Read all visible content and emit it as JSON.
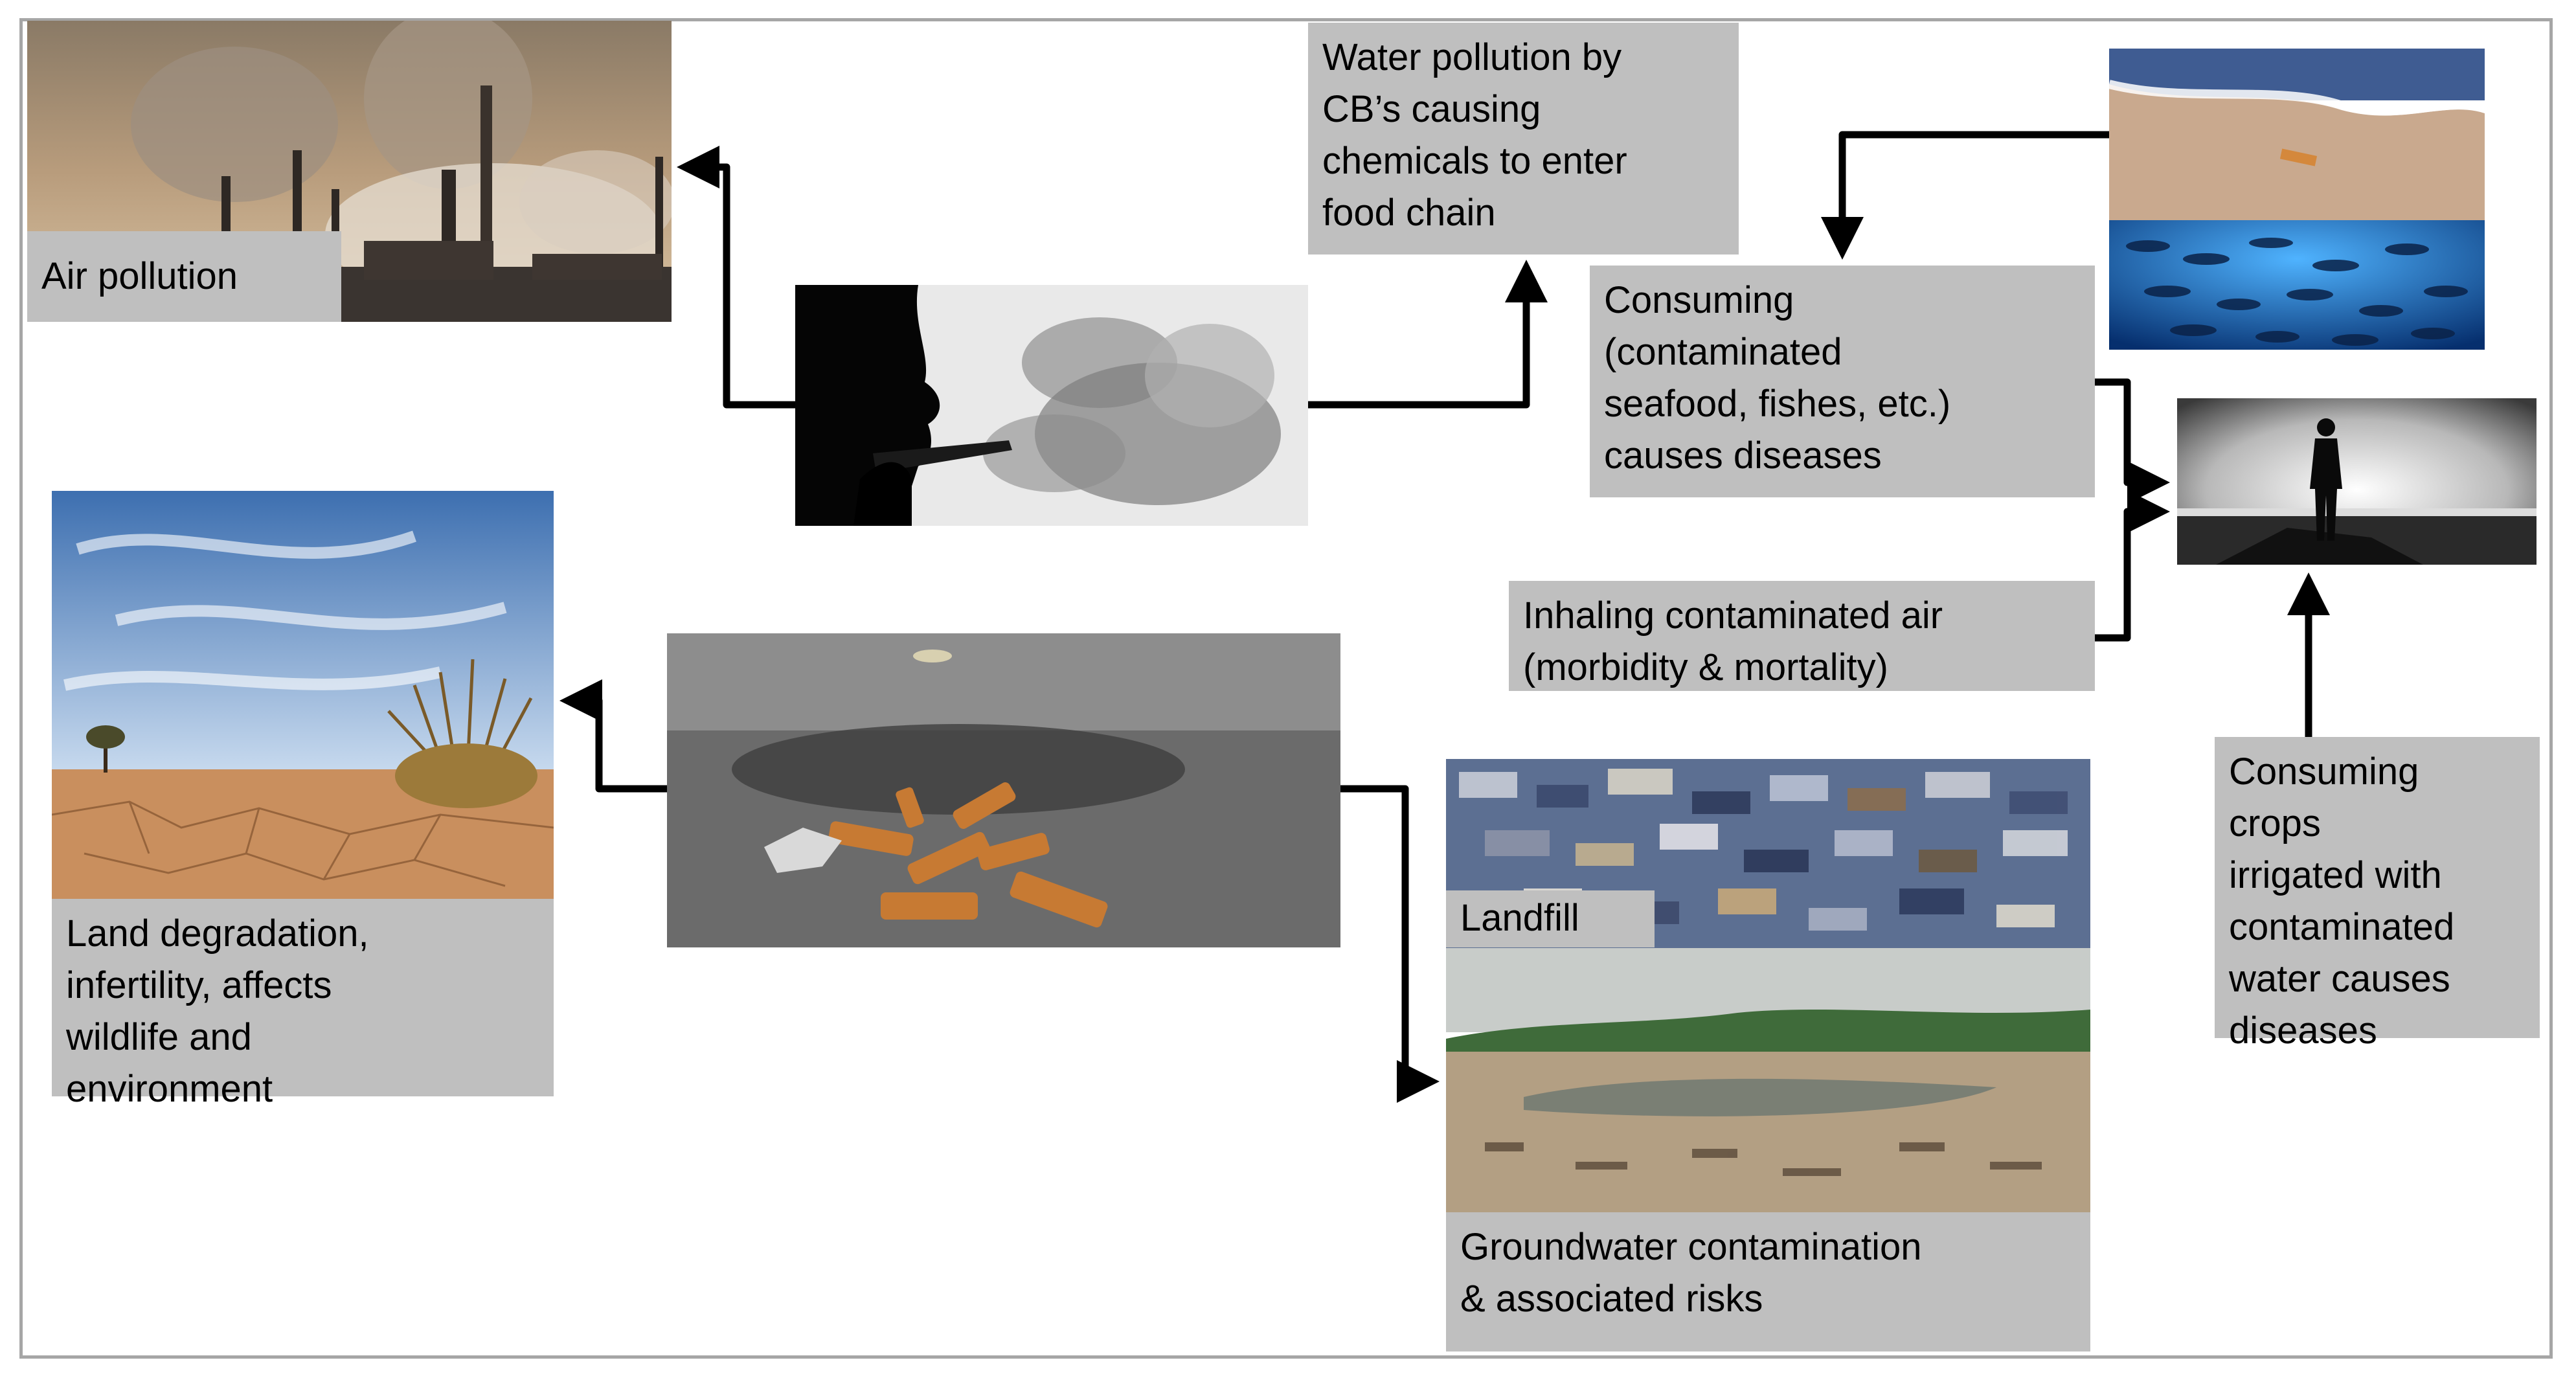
{
  "nodes": {
    "air_pollution": "Air pollution",
    "water_pollution": "Water pollution by\nCB’s causing\nchemicals to enter\nfood chain",
    "consuming_seafood": "Consuming\n(contaminated\nseafood, fishes, etc.)\ncauses diseases",
    "inhaling_air": "Inhaling contaminated air\n(morbidity & mortality)",
    "consuming_crops": "Consuming\ncrops\nirrigated with\ncontaminated\nwater causes\ndiseases",
    "land_degradation": "Land degradation,\ninfertility, affects\nwildlife and\nenvironment",
    "landfill": "Landfill",
    "groundwater": "Groundwater contamination\n& associated risks"
  },
  "colors": {
    "label_bg": "#bfbfbf",
    "frame": "#a6a6a6",
    "arrow": "#000000"
  },
  "edges": [
    {
      "from": "smoking-image",
      "to": "air-pollution-image"
    },
    {
      "from": "smoking-image",
      "to": "water-pollution-label"
    },
    {
      "from": "beach-image",
      "to": "consuming-seafood-label"
    },
    {
      "from": "consuming-seafood-label",
      "to": "person-silhouette-image"
    },
    {
      "from": "inhaling-air-label",
      "to": "person-silhouette-image"
    },
    {
      "from": "consuming-crops-label",
      "to": "person-silhouette-image"
    },
    {
      "from": "cigarette-butts-image",
      "to": "desert-image"
    },
    {
      "from": "cigarette-butts-image",
      "to": "groundwater-image"
    }
  ]
}
